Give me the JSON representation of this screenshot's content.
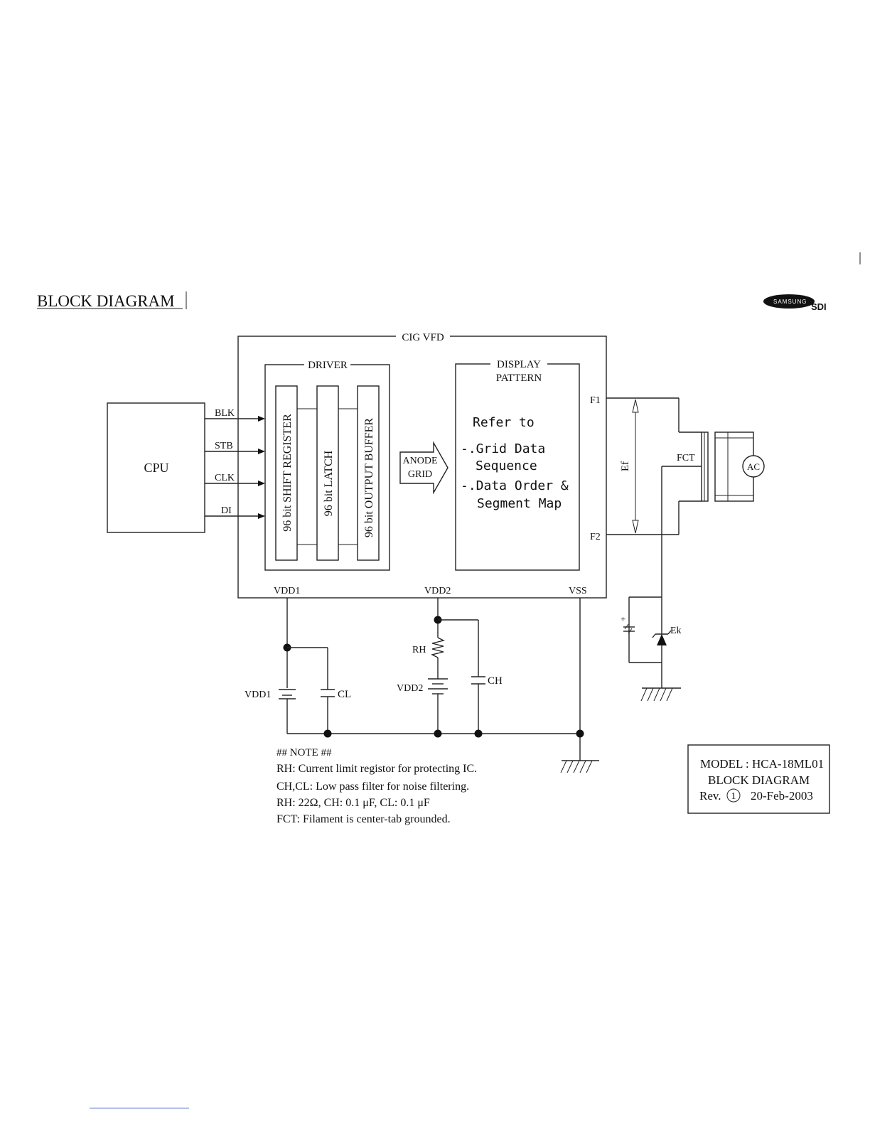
{
  "header": {
    "title": "BLOCK DIAGRAM",
    "logo_brand": "SAMSUNG",
    "logo_suffix": "SDI"
  },
  "module": {
    "title": "CIG VFD",
    "driver_label": "DRIVER",
    "shift_register": "96 bit SHIFT REGISTER",
    "latch": "96 bit LATCH",
    "output_buffer": "96 bit OUTPUT BUFFER",
    "anode_line1": "ANODE",
    "anode_line2": "GRID",
    "display_line1": "DISPLAY",
    "display_line2": "PATTERN",
    "refer": "Refer to",
    "grid_line1": "-.Grid Data",
    "grid_line2": "Sequence",
    "data_line1": "-.Data Order &",
    "data_line2": "Segment Map",
    "pin_f1": "F1",
    "pin_f2": "F2",
    "pin_vdd1": "VDD1",
    "pin_vdd2": "VDD2",
    "pin_vss": "VSS"
  },
  "cpu": {
    "label": "CPU",
    "signals": [
      "BLK",
      "STB",
      "CLK",
      "DI"
    ]
  },
  "filament": {
    "ef": "Ef",
    "fct": "FCT",
    "ac": "AC",
    "ek": "Ek",
    "plus": "+"
  },
  "power": {
    "vdd1": "VDD1",
    "cl": "CL",
    "rh": "RH",
    "vdd2": "VDD2",
    "ch": "CH"
  },
  "notes": {
    "header": "## NOTE ##",
    "lines": [
      "RH: Current limit registor for protecting IC.",
      "CH,CL: Low pass filter for noise filtering.",
      "RH: 22Ω, CH: 0.1 μF, CL: 0.1 μF",
      "FCT: Filament is center-tab grounded."
    ]
  },
  "title_block": {
    "model": "MODEL : HCA-18ML01",
    "name": "BLOCK DIAGRAM",
    "rev_label": "Rev.",
    "rev_number": "1",
    "date": "20-Feb-2003"
  }
}
